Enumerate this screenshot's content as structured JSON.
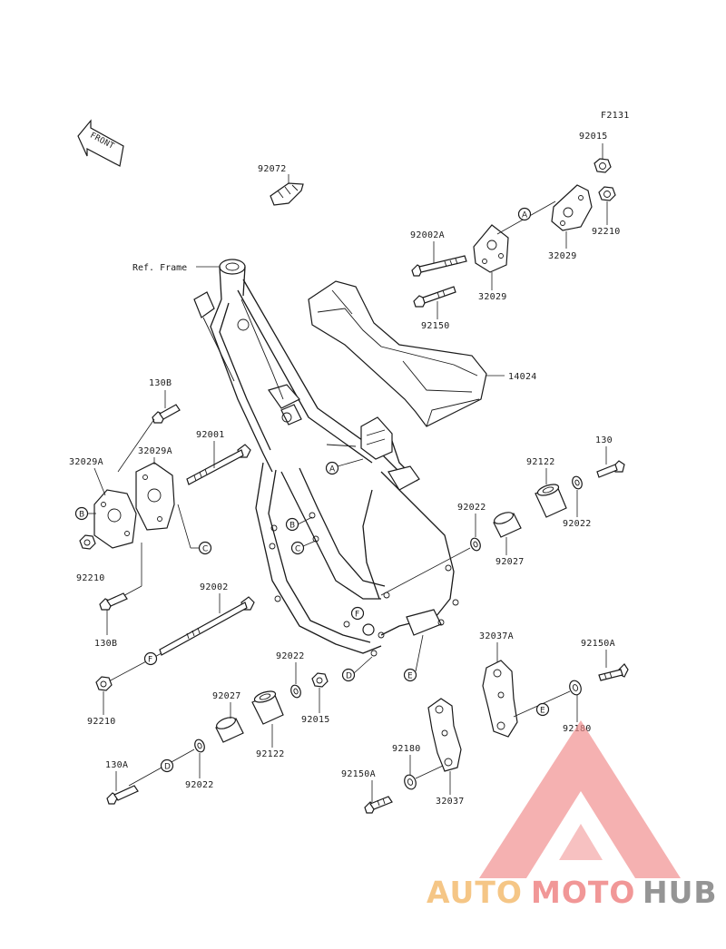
{
  "diagram": {
    "figure_code": "F2131",
    "front_label": "FRONT",
    "ref_frame_label": "Ref. Frame"
  },
  "parts": {
    "p92072": "92072",
    "p92015_top": "92015",
    "p92210_top": "92210",
    "p32029_right": "32029",
    "p92002A": "92002A",
    "p32029_mid": "32029",
    "p92150": "92150",
    "p14024": "14024",
    "p130B_top": "130B",
    "p32029A_left": "32029A",
    "p32029A_right": "32029A",
    "p92001": "92001",
    "p92210_left": "92210",
    "p130B_bottom": "130B",
    "p92002": "92002",
    "p92210_bottom": "92210",
    "p130": "130",
    "p92122_right": "92122",
    "p92022_mid": "92022",
    "p92022_right": "92022",
    "p92027_right": "92027",
    "p32037A": "32037A",
    "p92150A_right": "92150A",
    "p92180_right": "92180",
    "p92022_low": "92022",
    "p92015_low": "92015",
    "p92027_low": "92027",
    "p92122_low": "92122",
    "p92180_low": "92180",
    "p32037": "32037",
    "p92150A_low": "92150A",
    "p130A": "130A",
    "p92022_bottom": "92022"
  },
  "refs": {
    "A": "A",
    "B": "B",
    "C": "C",
    "D": "D",
    "E": "E",
    "F": "F"
  },
  "watermark": {
    "word_a": "AUTO",
    "word_b": "MOTO",
    "word_c": "HUB",
    "colors": {
      "a": "#f5c07a",
      "b": "#f08c8c",
      "c": "#8a8a8a",
      "triangle": "#f08c8c"
    }
  }
}
